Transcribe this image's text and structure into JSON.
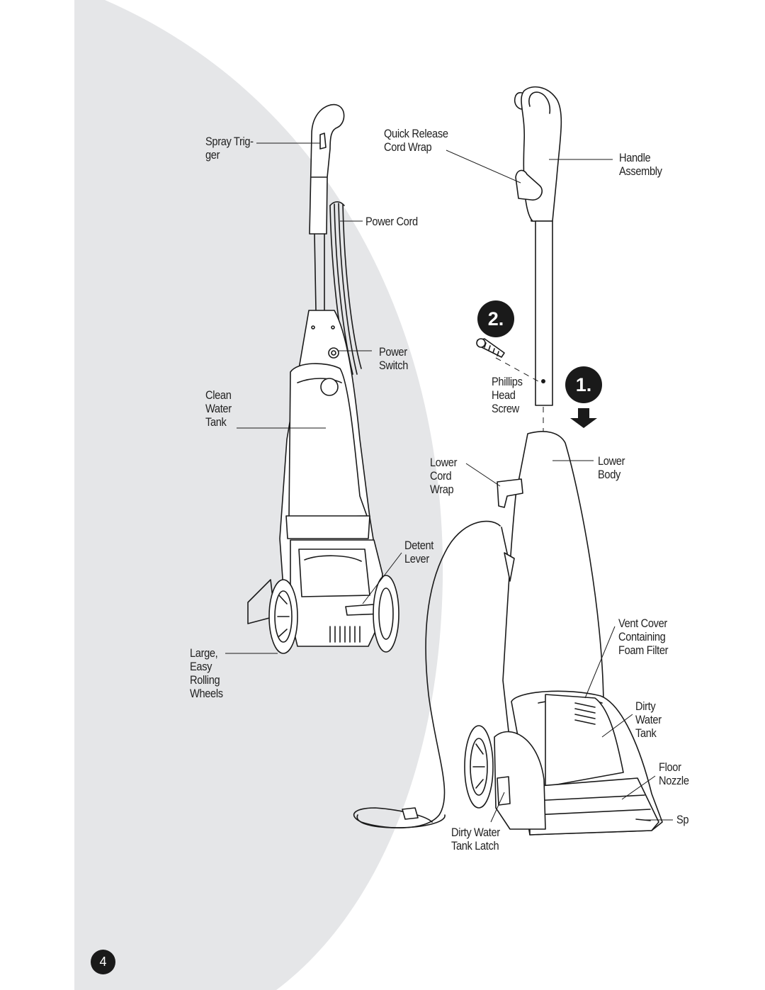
{
  "labels": {
    "spray_trigger": [
      "Spray Trig-",
      "ger"
    ],
    "quick_release": [
      "Quick Release",
      "Cord Wrap"
    ],
    "handle_assembly": [
      "Handle",
      "Assembly"
    ],
    "power_cord": [
      "Power Cord"
    ],
    "power_switch": [
      "Power",
      "Switch"
    ],
    "phillips": [
      "Phillips",
      "Head",
      "Screw"
    ],
    "clean_water_tank": [
      "Clean",
      "Water",
      "Tank"
    ],
    "lower_cord_wrap": [
      "Lower",
      "Cord",
      "Wrap"
    ],
    "lower_body": [
      "Lower",
      "Body"
    ],
    "detent_lever": [
      "Detent",
      "Lever"
    ],
    "vent_cover": [
      "Vent Cover",
      "Containing",
      "Foam Filter"
    ],
    "large_wheels": [
      "Large,",
      "Easy",
      "Rolling",
      "Wheels"
    ],
    "dirty_water_tank": [
      "Dirty",
      "Water",
      "Tank"
    ],
    "floor_nozzle": [
      "Floor",
      "Nozzle"
    ],
    "spray_cut": [
      "Sp"
    ],
    "dirty_tank_latch": [
      "Dirty Water",
      "Tank Latch"
    ]
  },
  "steps": {
    "step2": "2.",
    "step1": "1."
  },
  "page_number": "4",
  "colors": {
    "background_arc": "#e5e6e8",
    "ink": "#1a1a1a"
  },
  "icons": {
    "arrow": "down-arrow-icon",
    "screw": "screw-icon"
  }
}
